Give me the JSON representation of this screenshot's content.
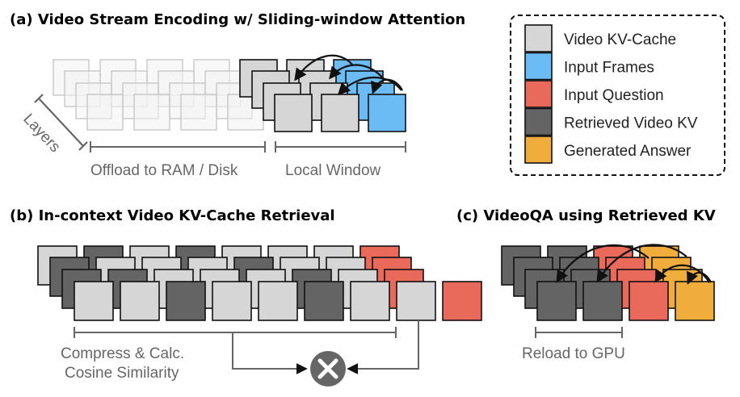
{
  "colors": {
    "video_kv_cache": "#d6d6d6",
    "input_frames": "#6bbcf5",
    "input_question": "#e9695a",
    "retrieved_video_kv": "#646464",
    "generated_answer": "#f1ad3c",
    "ghost": "#f3f3f3"
  },
  "panel_a": {
    "title": "(a) Video Stream Encoding w/ Sliding-window Attention",
    "layers_label": "Layers",
    "offload_label": "Offload to RAM / Disk",
    "local_window_label": "Local Window"
  },
  "panel_b": {
    "title": "(b) In-context Video KV-Cache Retrieval",
    "compress_line1": "Compress & Calc.",
    "compress_line2": "Cosine Similarity"
  },
  "panel_c": {
    "title": "(c) VideoQA using Retrieved KV",
    "reload_label": "Reload to GPU"
  },
  "legend": {
    "items": [
      {
        "label": "Video KV-Cache",
        "color": "#d6d6d6"
      },
      {
        "label": "Input Frames",
        "color": "#6bbcf5"
      },
      {
        "label": "Input Question",
        "color": "#e9695a"
      },
      {
        "label": "Retrieved Video KV",
        "color": "#646464"
      },
      {
        "label": "Generated Answer",
        "color": "#f1ad3c"
      }
    ]
  },
  "icons": {
    "multiply": "multiply-icon"
  }
}
